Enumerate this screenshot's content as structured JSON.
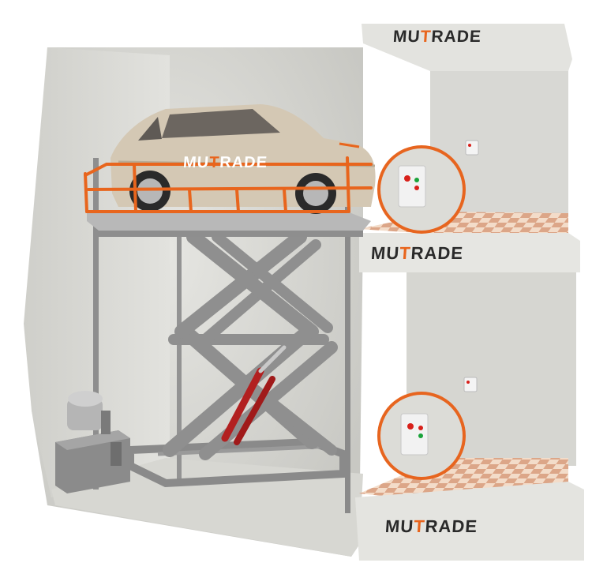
{
  "brand": {
    "name": "MUTRADE",
    "prefix": "MU",
    "accent_letter": "T",
    "suffix": "RADE"
  },
  "colors": {
    "concrete": "#dcdcd8",
    "concrete_shadow": "#bdbdb8",
    "frame_steel": "#8c8c8c",
    "railing_orange": "#e8651d",
    "floor_tile_light": "#f3dcc9",
    "floor_tile_dark": "#d9a282",
    "car_body": "#d4c8b4",
    "control_box": "#f2f2f2",
    "button_red": "#d8201a",
    "button_green": "#1aa33a"
  },
  "icons": {
    "callout": "magnifier-callout-icon",
    "control_box": "control-box-icon",
    "pump": "hydraulic-pump-icon"
  }
}
